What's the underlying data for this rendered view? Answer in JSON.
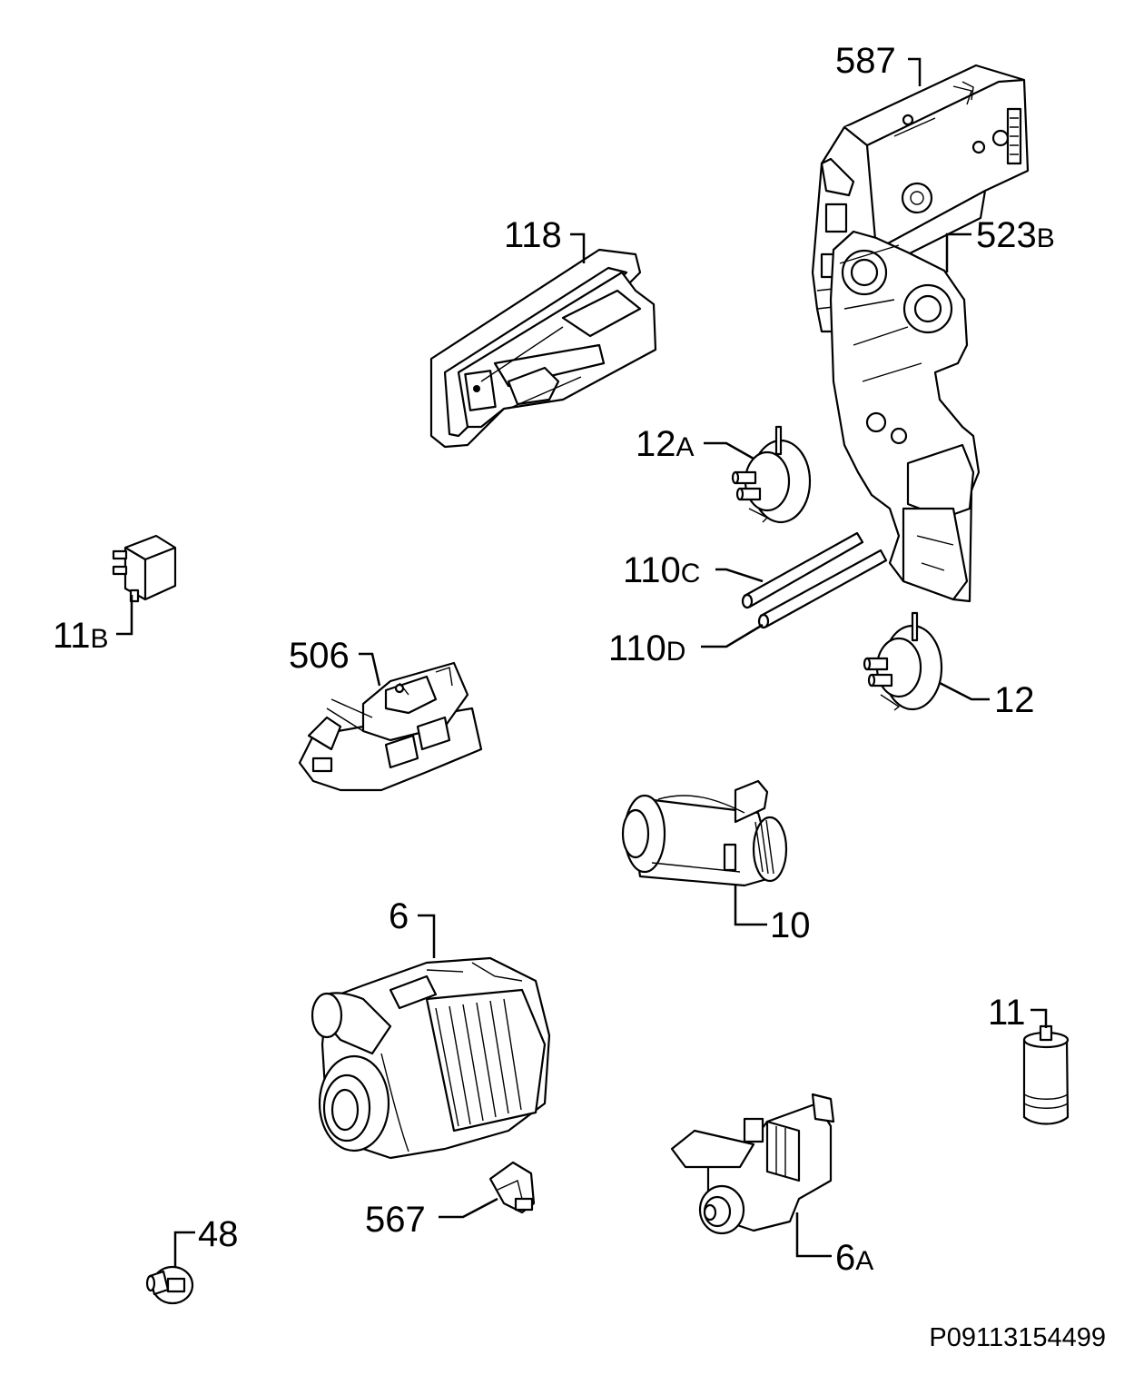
{
  "parts": [
    {
      "id": "p587",
      "number": "587",
      "suffix": ""
    },
    {
      "id": "p118",
      "number": "118",
      "suffix": ""
    },
    {
      "id": "p523B",
      "number": "523",
      "suffix": "B"
    },
    {
      "id": "p12A",
      "number": "12",
      "suffix": "A"
    },
    {
      "id": "p110C",
      "number": "110",
      "suffix": "C"
    },
    {
      "id": "p110D",
      "number": "110",
      "suffix": "D"
    },
    {
      "id": "p12",
      "number": "12",
      "suffix": ""
    },
    {
      "id": "p11B",
      "number": "11",
      "suffix": "B"
    },
    {
      "id": "p506",
      "number": "506",
      "suffix": ""
    },
    {
      "id": "p10",
      "number": "10",
      "suffix": ""
    },
    {
      "id": "p6",
      "number": "6",
      "suffix": ""
    },
    {
      "id": "p11",
      "number": "11",
      "suffix": ""
    },
    {
      "id": "p567",
      "number": "567",
      "suffix": ""
    },
    {
      "id": "p6A",
      "number": "6",
      "suffix": "A"
    },
    {
      "id": "p48",
      "number": "48",
      "suffix": ""
    }
  ],
  "reference_code": "P09113154499"
}
